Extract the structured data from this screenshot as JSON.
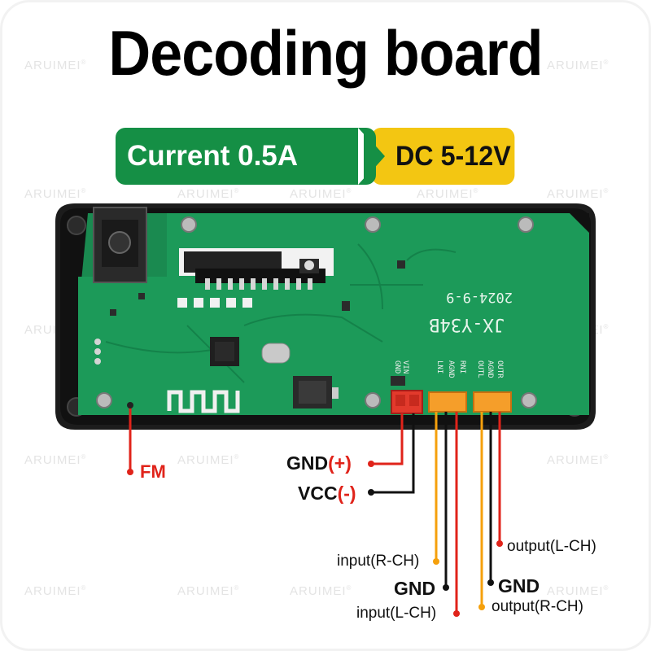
{
  "title": "Decoding board",
  "watermark": "ARUIMEI",
  "badges": {
    "current": "Current 0.5A",
    "voltage": "DC 5-12V"
  },
  "board": {
    "model": "JX-Y34B",
    "date": "2024-9-9",
    "pin_labels": [
      "VIN",
      "GND",
      "LNI",
      "AGND",
      "RNI",
      "OUTR",
      "AGND",
      "OUTL"
    ]
  },
  "labels": {
    "fm": "FM",
    "gnd_plus_main": "GND",
    "gnd_plus_sign": "(+)",
    "vcc_main": "VCC",
    "vcc_sign": "(-)",
    "input_r": "input(R-CH)",
    "gnd_left": "GND",
    "input_l": "input(L-CH)",
    "output_l": "output(L-CH)",
    "gnd_right": "GND",
    "output_r": "output(R-CH)"
  },
  "colors": {
    "green_badge": "#158f45",
    "yellow_badge": "#f3c612",
    "pcb_green": "#1c9a59",
    "wire_red": "#e0231a",
    "wire_orange": "#f5a00c",
    "wire_black": "#111111"
  }
}
